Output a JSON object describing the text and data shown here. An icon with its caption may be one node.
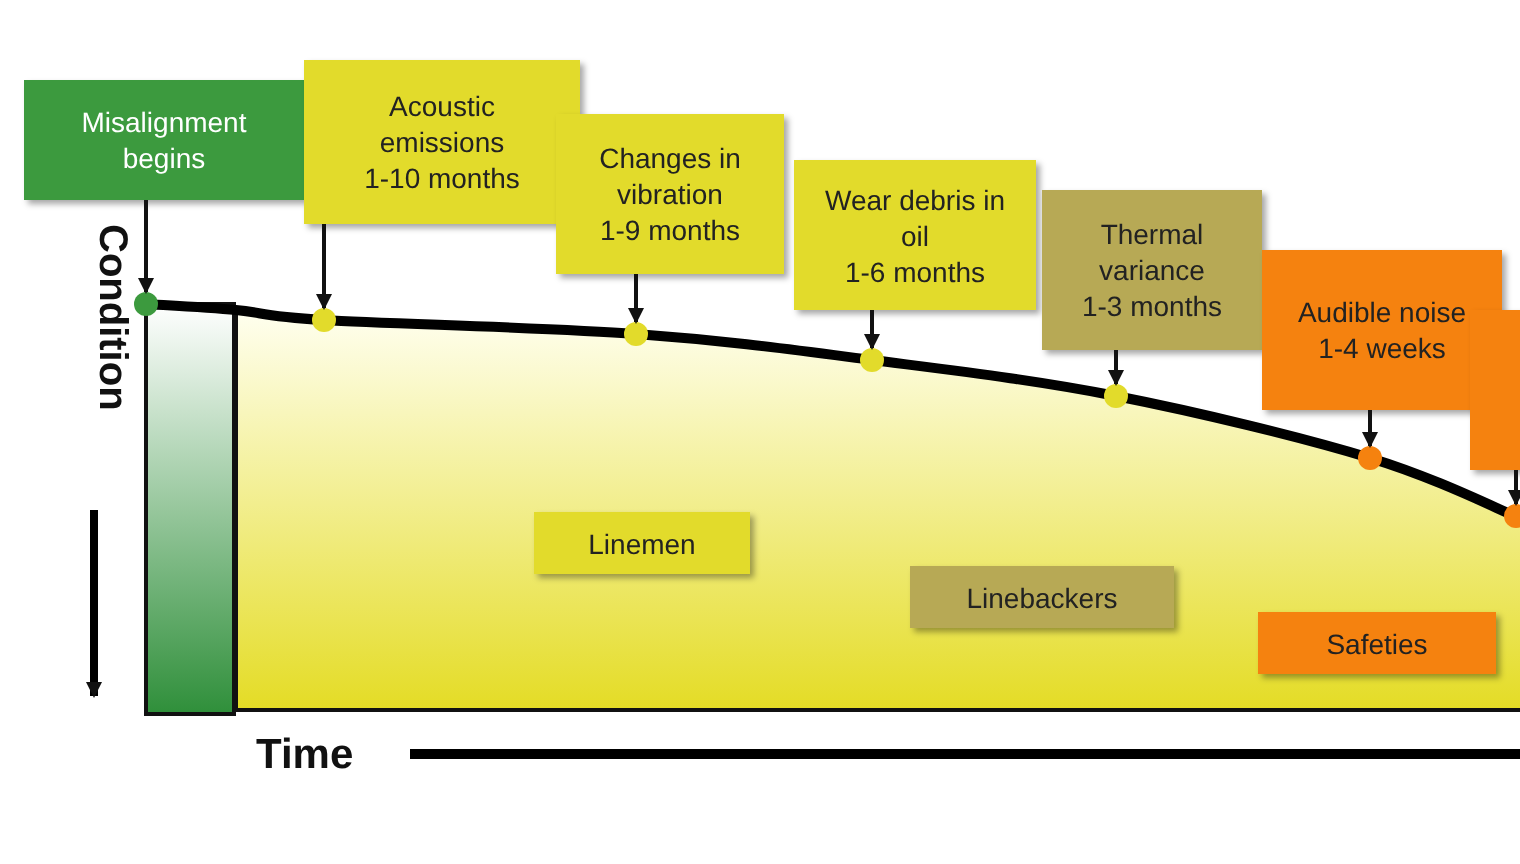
{
  "diagram": {
    "nodes": [
      {
        "text": [
          "Misalignment begins"
        ]
      },
      {
        "text": [
          "Acoustic emissions",
          "1-10 months"
        ]
      },
      {
        "text": [
          "Changes in vibration",
          "1-9 months"
        ]
      },
      {
        "text": [
          "Wear debris in oil",
          "1-6 months"
        ]
      },
      {
        "text": [
          "Thermal variance",
          "1-3 months"
        ]
      },
      {
        "text": [
          "Audible noise",
          "1-4 weeks"
        ]
      },
      {
        "text": [],
        "shape": "box"
      },
      {
        "text": [],
        "shape": "circle"
      },
      {
        "text": [],
        "shape": "circle"
      },
      {
        "text": [],
        "shape": "circle"
      },
      {
        "text": [],
        "shape": "circle"
      },
      {
        "text": [],
        "shape": "circle"
      },
      {
        "text": [],
        "shape": "circle"
      },
      {
        "text": [],
        "shape": "circle"
      },
      {
        "text": [
          "Linemen"
        ]
      },
      {
        "text": [
          "Linebackers"
        ]
      },
      {
        "text": [
          "Safeties"
        ]
      }
    ],
    "edges": [
      {
        "from": 0,
        "to": 7,
        "arrow": "to"
      },
      {
        "from": 1,
        "to": 8,
        "arrow": "to"
      },
      {
        "from": 2,
        "to": 9,
        "arrow": "to"
      },
      {
        "from": 3,
        "to": 10,
        "arrow": "to"
      },
      {
        "from": 4,
        "to": 11,
        "arrow": "to"
      },
      {
        "from": 5,
        "to": 12,
        "arrow": "to"
      },
      {
        "from": 6,
        "to": 13,
        "arrow": "to"
      }
    ],
    "labels": [
      "Condition",
      "Time"
    ]
  }
}
